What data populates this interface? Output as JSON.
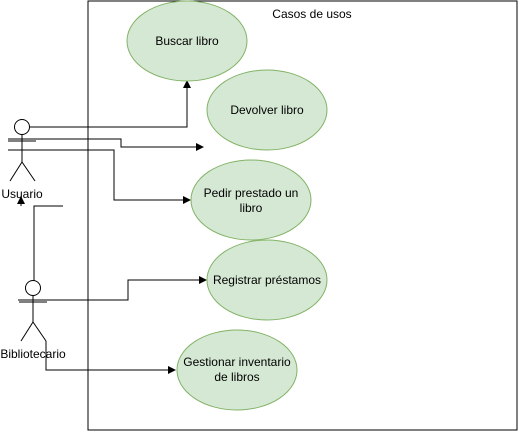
{
  "diagram": {
    "system_boundary": {
      "title": "Casos de usos"
    },
    "actors": [
      {
        "id": "usuario",
        "label": "Usuario"
      },
      {
        "id": "bibliotecario",
        "label": "Bibliotecario"
      }
    ],
    "use_cases": [
      {
        "id": "buscar",
        "lines": [
          "Buscar libro"
        ]
      },
      {
        "id": "devolver",
        "lines": [
          "Devolver libro"
        ]
      },
      {
        "id": "pedir",
        "lines": [
          "Pedir prestado un",
          "libro"
        ]
      },
      {
        "id": "registrar",
        "lines": [
          "Registrar préstamos"
        ]
      },
      {
        "id": "gestionar",
        "lines": [
          "Gestionar inventario",
          "de libros"
        ]
      }
    ],
    "connections": [
      {
        "from": "usuario",
        "to": "buscar"
      },
      {
        "from": "usuario",
        "to": "devolver"
      },
      {
        "from": "usuario",
        "to": "pedir"
      },
      {
        "from": "bibliotecario",
        "to": "usuario"
      },
      {
        "from": "bibliotecario",
        "to": "registrar"
      },
      {
        "from": "bibliotecario",
        "to": "gestionar"
      }
    ],
    "colors": {
      "use_case_fill": "#d5e8d4",
      "use_case_stroke": "#82b366",
      "line": "#000000"
    }
  }
}
